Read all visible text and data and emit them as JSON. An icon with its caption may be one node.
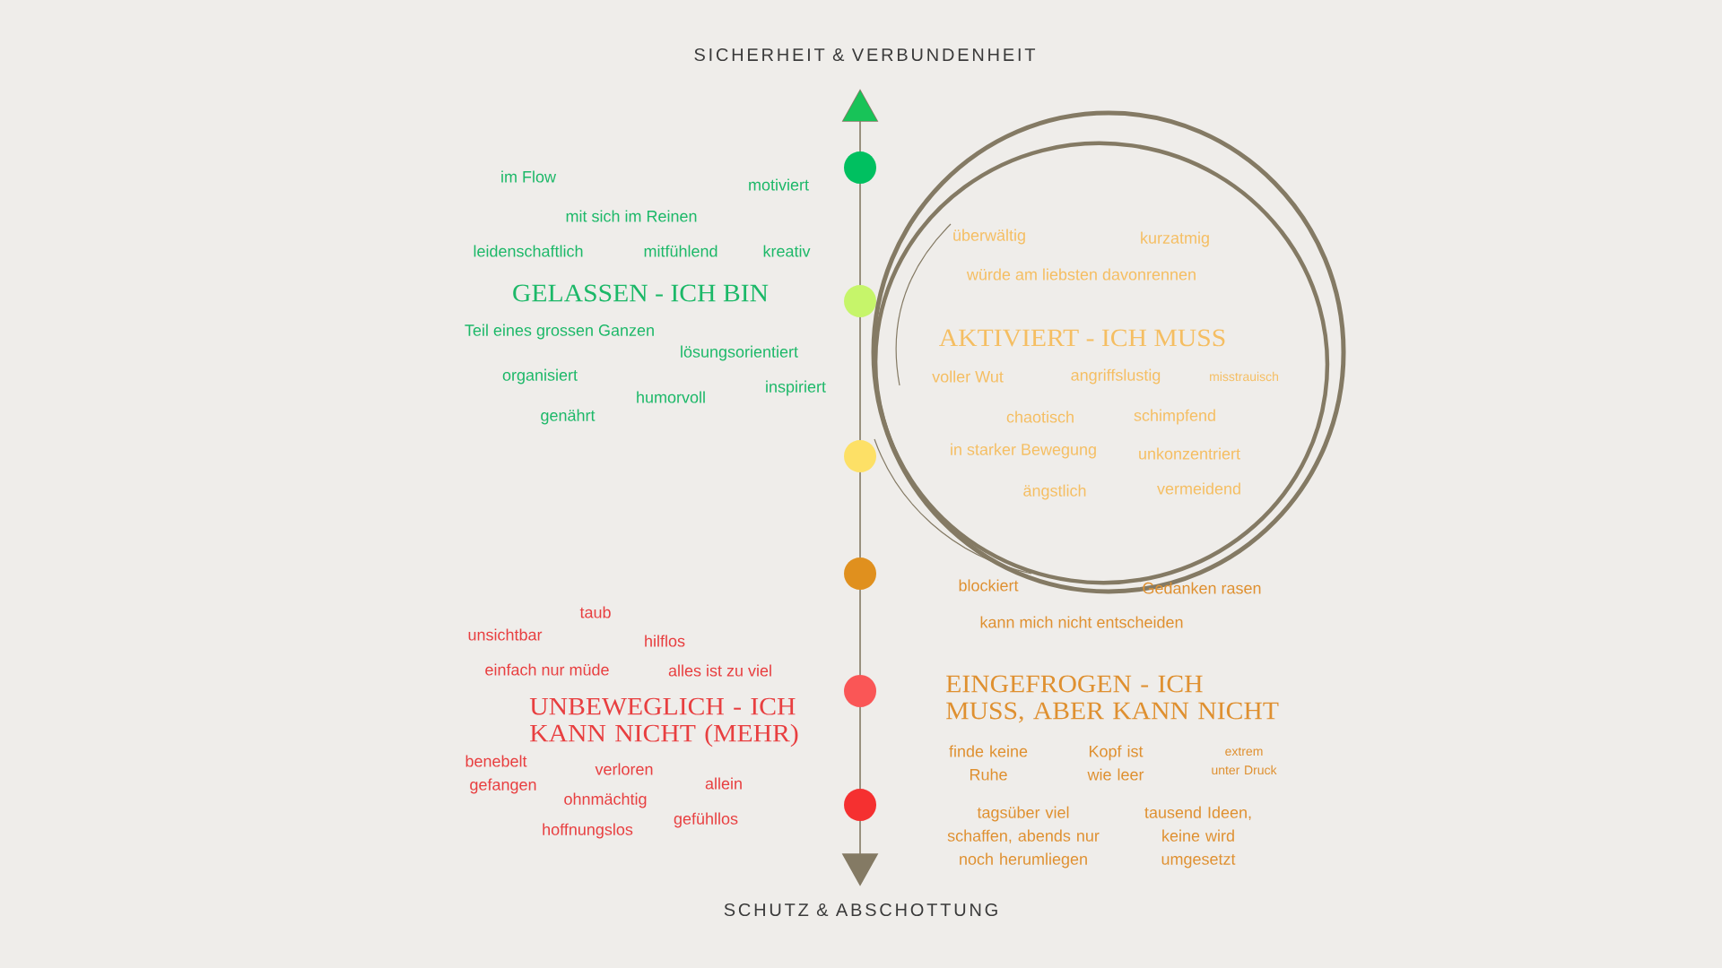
{
  "diagram": {
    "labels": [
      "SICHERHEIT & VERBUNDENHEIT",
      "im Flow",
      "motiviert",
      "mit sich im Reinen",
      "leidenschaftlich",
      "mitfühlend",
      "kreativ",
      "GELASSEN - ICH BIN",
      "Teil eines grossen Ganzen",
      "lösungsorientiert",
      "organisiert",
      "inspiriert",
      "humorvoll",
      "genährt",
      "überwältig",
      "kurzatmig",
      "würde am liebsten davonrennen",
      "AKTIVIERT - ICH MUSS",
      "voller Wut",
      "angriffslustig",
      "misstrauisch",
      "chaotisch",
      "schimpfend",
      "in starker Bewegung",
      "unkonzentriert",
      "ängstlich",
      "vermeidend",
      "blockiert",
      "Gedanken rasen",
      "kann mich nicht entscheiden",
      "EINGEFROGEN - ICH MUSS, ABER KANN NICHT",
      "finde keine Ruhe",
      "Kopf ist wie leer",
      "extrem unter Druck",
      "tagsüber viel schaffen, abends nur noch herumliegen",
      "tausend Ideen, keine wird umgesetzt",
      "taub",
      "unsichtbar",
      "hilflos",
      "einfach nur müde",
      "alles ist zu viel",
      "UNBEWEGLICH - ICH KANN NICHT (MEHR)",
      "benebelt",
      "verloren",
      "gefangen",
      "allein",
      "ohnmächtig",
      "gefühllos",
      "hoffnungslos",
      "SCHUTZ & ABSCHOTTUNG"
    ]
  }
}
